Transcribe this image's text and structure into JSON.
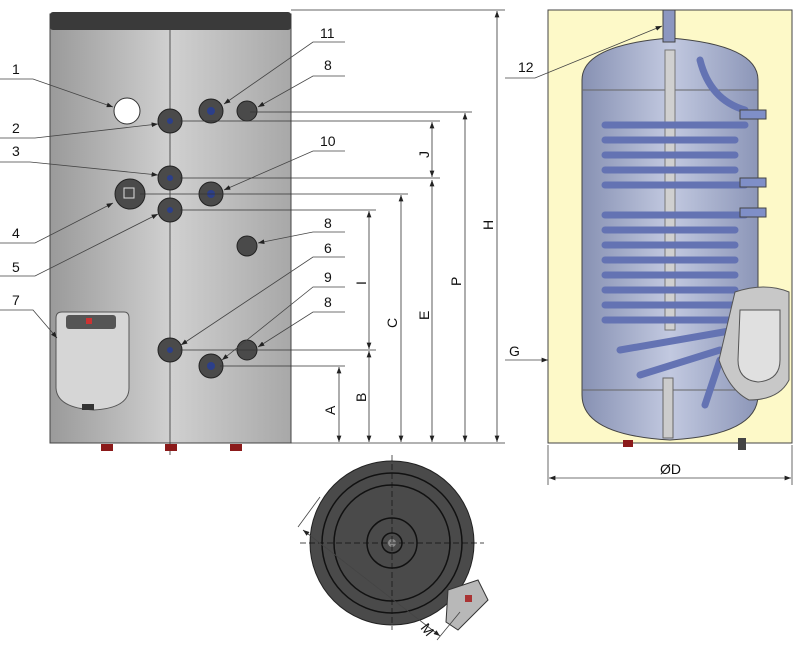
{
  "callouts": {
    "c1": "1",
    "c2": "2",
    "c3": "3",
    "c4": "4",
    "c5": "5",
    "c6": "6",
    "c7": "7",
    "c8a": "8",
    "c8b": "8",
    "c8c": "8",
    "c9": "9",
    "c10": "10",
    "c11": "11",
    "c12": "12"
  },
  "dimensions": {
    "A": "A",
    "B": "B",
    "C": "C",
    "E": "E",
    "H": "H",
    "I": "I",
    "J": "J",
    "P": "P",
    "G": "G",
    "D": "ØD",
    "M": "M"
  },
  "colors": {
    "tank": "#bdbdbd",
    "cap": "#3a3a3a",
    "insulation": "#fdf9c8",
    "vessel": "#a9b4cf",
    "coil": "#7f8fc8",
    "port": "#555"
  }
}
